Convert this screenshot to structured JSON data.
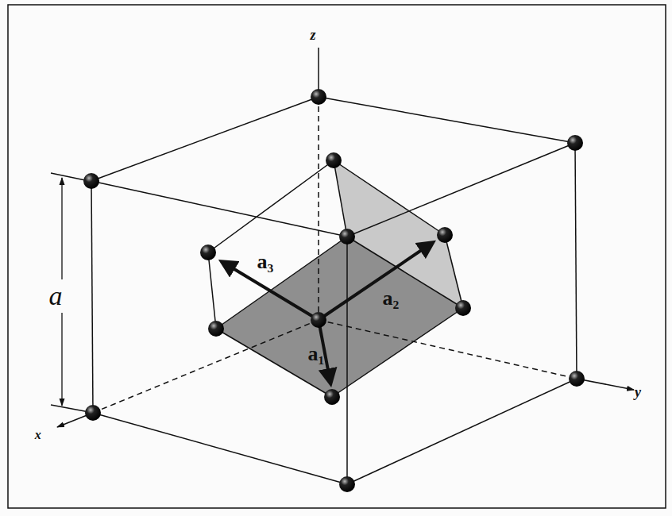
{
  "diagram": {
    "labels": [
      "z⃗",
      "y⃗",
      "x⃗",
      "a",
      "a₁",
      "a₂",
      "a₃"
    ]
  }
}
